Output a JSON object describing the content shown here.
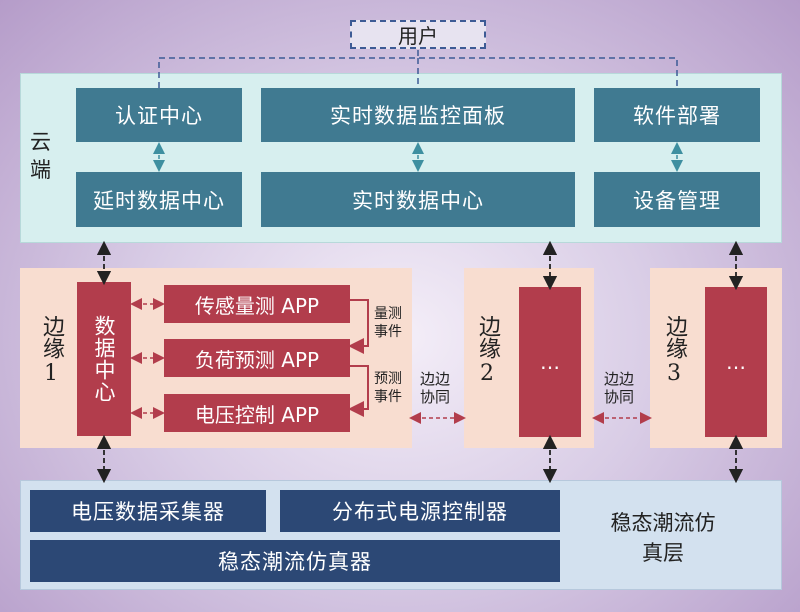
{
  "user": "用户",
  "cloud": {
    "label": "云端",
    "top_row": [
      "认证中心",
      "实时数据监控面板",
      "软件部署"
    ],
    "bottom_row": [
      "延时数据中心",
      "实时数据中心",
      "设备管理"
    ]
  },
  "edge1": {
    "label": "边缘",
    "number": "1",
    "data_center": "数据中心",
    "apps": [
      "传感量测 APP",
      "负荷预测 APP",
      "电压控制 APP"
    ],
    "event1": "量测事件",
    "event2": "预测事件"
  },
  "edge2": {
    "label": "边缘",
    "number": "2",
    "ellipsis": "…"
  },
  "edge3": {
    "label": "边缘",
    "number": "3",
    "ellipsis": "…"
  },
  "collab": "边边协同",
  "bottom": {
    "boxes": [
      "电压数据采集器",
      "分布式电源控制器",
      "稳态潮流仿真器"
    ],
    "layer_label": "稳态潮流仿真层"
  },
  "colors": {
    "teal": "#407a91",
    "red": "#b23d4c",
    "navy": "#2c4875",
    "cloud_bg": "#d7efef",
    "edge_bg": "#f8ddd0"
  }
}
